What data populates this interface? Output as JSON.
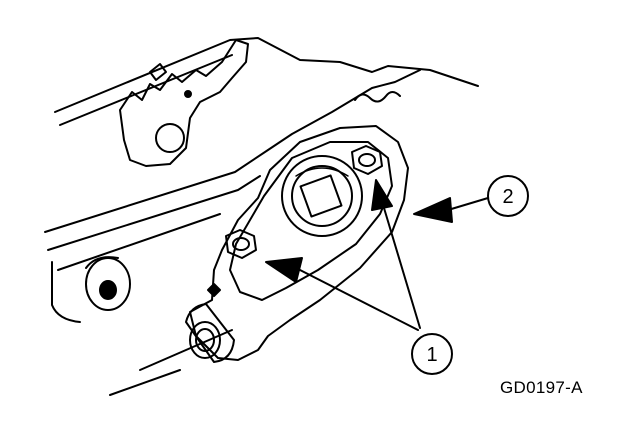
{
  "diagram": {
    "callouts": [
      {
        "label": "1"
      },
      {
        "label": "2"
      }
    ],
    "figure_code": "GD0197-A",
    "line_color": "#000000",
    "background_color": "#ffffff"
  }
}
